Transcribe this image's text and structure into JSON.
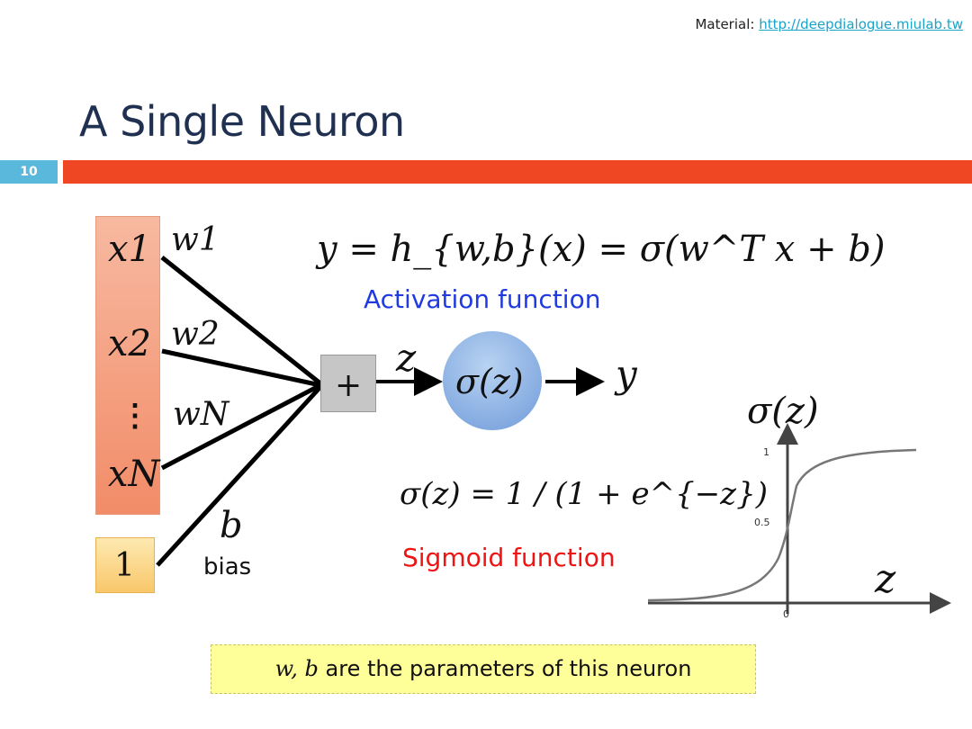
{
  "header": {
    "material_prefix": "Material: ",
    "material_link": "http://deepdialogue.miulab.tw"
  },
  "slide": {
    "title": "A Single Neuron",
    "page_number": "10"
  },
  "diagram": {
    "inputs": [
      "x1",
      "x2",
      "⋮",
      "xN"
    ],
    "weights": [
      "w1",
      "w2",
      "wN"
    ],
    "bias_input": "1",
    "bias_symbol": "b",
    "bias_label": "bias",
    "sum_symbol": "+",
    "z_label": "z",
    "neuron_text": "σ(z)",
    "output_label": "y",
    "main_equation": "y = h_{w,b}(x) = σ(w^T x + b)",
    "activation_label": "Activation function",
    "sigmoid_formula": "σ(z) = 1 / (1 + e^{−z})",
    "sigmoid_label": "Sigmoid function"
  },
  "sigmoid_plot": {
    "title": "σ(z)",
    "x_label": "z",
    "ticks": {
      "y_top": "1",
      "y_mid": "0.5",
      "x_origin": "0"
    }
  },
  "note": {
    "vars": "w, b",
    "text": " are the parameters of this neuron"
  },
  "colors": {
    "accent_bar": "#ef4623",
    "page_badge": "#5bb8dd",
    "title": "#1f3050",
    "activation_label": "#1f3ae0",
    "sigmoid_label": "#ee1414",
    "note_background": "#ffff99"
  }
}
